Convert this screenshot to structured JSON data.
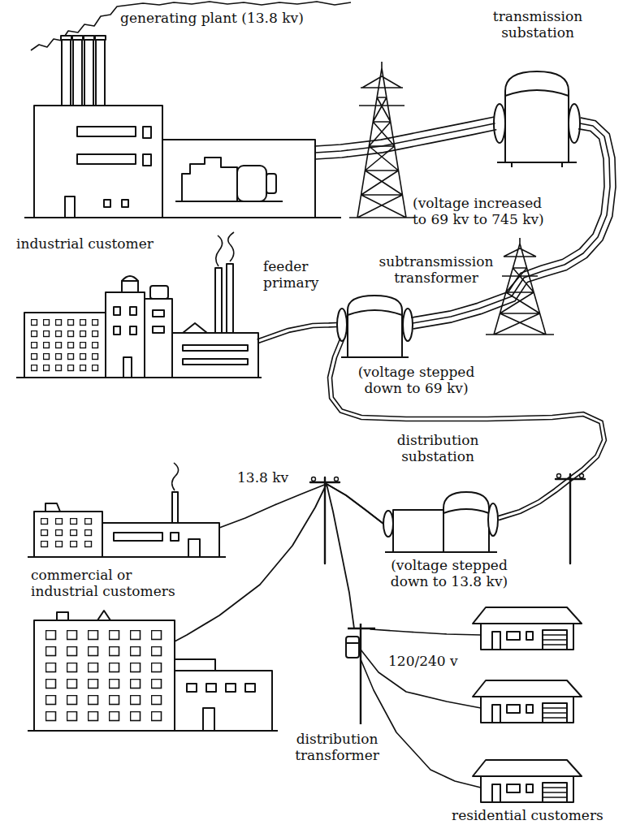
{
  "diagram": {
    "nodes": [
      {
        "text": [
          "generating plant (13.8 kv)"
        ]
      },
      {
        "text": [
          "transmission substation",
          "(voltage increased to 69 kv to 745 kv)"
        ]
      },
      {
        "text": [
          "industrial customer"
        ]
      },
      {
        "text": [
          "subtransmission transformer",
          "(voltage stepped down to 69 kv)"
        ]
      },
      {
        "text": [
          "distribution substation",
          "(voltage stepped down to 13.8 kv)"
        ]
      },
      {
        "text": [
          "commercial or industrial customers"
        ]
      },
      {
        "text": [
          "distribution transformer"
        ]
      },
      {
        "text": [
          "residential customers"
        ]
      }
    ],
    "edges": [
      {
        "from": 0,
        "to": 1,
        "arrow": "none"
      },
      {
        "from": 1,
        "to": 3,
        "arrow": "none"
      },
      {
        "from": 3,
        "to": 2,
        "label": "feeder primary",
        "arrow": "none"
      },
      {
        "from": 3,
        "to": 4,
        "arrow": "none"
      },
      {
        "from": 4,
        "to": 5,
        "label": "13.8 kv",
        "arrow": "none"
      },
      {
        "from": 4,
        "to": 6,
        "arrow": "none"
      },
      {
        "from": 6,
        "to": 7,
        "label": "120/240 v",
        "arrow": "none"
      }
    ]
  }
}
